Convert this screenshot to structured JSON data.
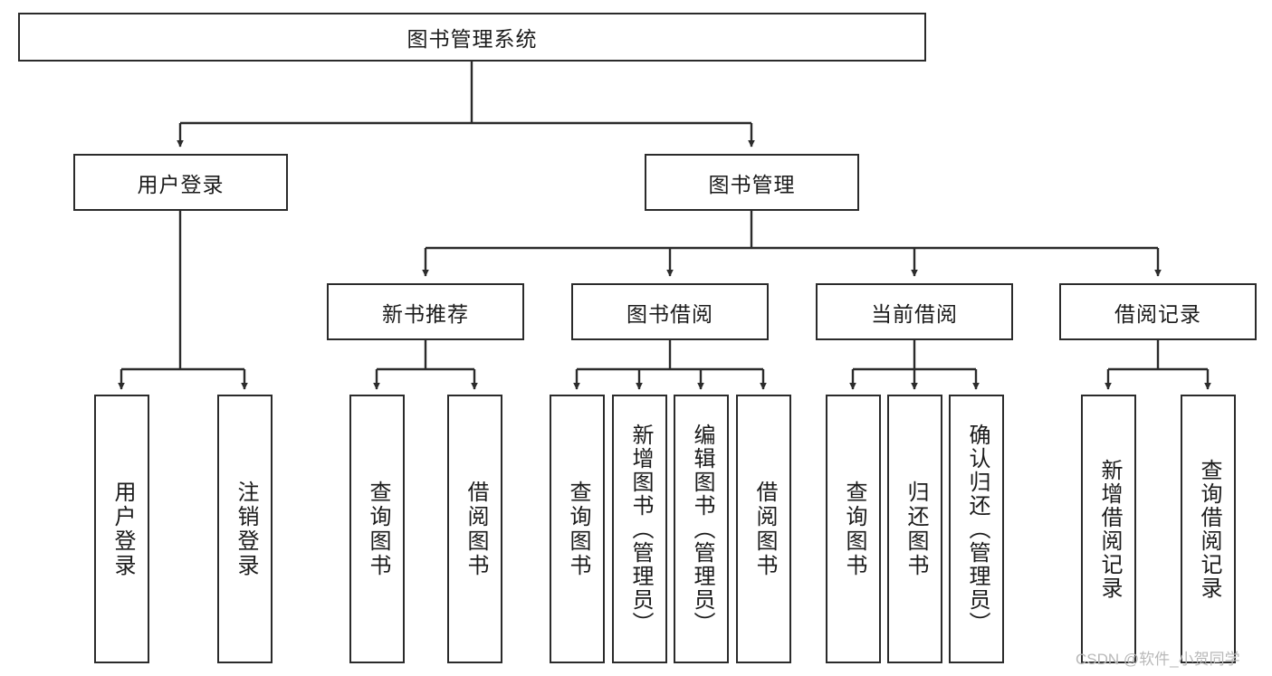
{
  "diagram": {
    "title": "图书管理系统",
    "type": "hierarchy-tree",
    "root": {
      "id": "root",
      "label": "图书管理系统",
      "orientation": "horizontal"
    },
    "level2": [
      {
        "id": "user-login",
        "label": "用户登录",
        "orientation": "horizontal"
      },
      {
        "id": "book-manage",
        "label": "图书管理",
        "orientation": "horizontal"
      }
    ],
    "level3": [
      {
        "id": "new-book-rec",
        "label": "新书推荐",
        "orientation": "horizontal",
        "parent": "book-manage"
      },
      {
        "id": "book-borrow",
        "label": "图书借阅",
        "orientation": "horizontal",
        "parent": "book-manage"
      },
      {
        "id": "current-borrow",
        "label": "当前借阅",
        "orientation": "horizontal",
        "parent": "book-manage"
      },
      {
        "id": "borrow-record",
        "label": "借阅记录",
        "orientation": "horizontal",
        "parent": "book-manage"
      }
    ],
    "leaves": [
      {
        "id": "leaf-user-login",
        "label": "用户登录",
        "parent": "user-login"
      },
      {
        "id": "leaf-logout",
        "label": "注销登录",
        "parent": "user-login"
      },
      {
        "id": "leaf-query-book-1",
        "label": "查询图书",
        "parent": "new-book-rec"
      },
      {
        "id": "leaf-borrow-book-1",
        "label": "借阅图书",
        "parent": "new-book-rec"
      },
      {
        "id": "leaf-query-book-2",
        "label": "查询图书",
        "parent": "book-borrow"
      },
      {
        "id": "leaf-add-book",
        "label": "新增图书（管理员）",
        "parent": "book-borrow"
      },
      {
        "id": "leaf-edit-book",
        "label": "编辑图书（管理员）",
        "parent": "book-borrow"
      },
      {
        "id": "leaf-borrow-book-2",
        "label": "借阅图书",
        "parent": "book-borrow"
      },
      {
        "id": "leaf-query-book-3",
        "label": "查询图书",
        "parent": "current-borrow"
      },
      {
        "id": "leaf-return-book",
        "label": "归还图书",
        "parent": "current-borrow"
      },
      {
        "id": "leaf-confirm-return",
        "label": "确认归还（管理员）",
        "parent": "current-borrow"
      },
      {
        "id": "leaf-add-record",
        "label": "新增借阅记录",
        "parent": "borrow-record"
      },
      {
        "id": "leaf-query-record",
        "label": "查询借阅记录",
        "parent": "borrow-record"
      }
    ]
  },
  "watermark": {
    "text": "CSDN @软件_小贺同学"
  },
  "colors": {
    "border": "#2b2b2b",
    "background": "#ffffff",
    "text": "#1b1b1b",
    "watermark": "#b9b9b9"
  }
}
